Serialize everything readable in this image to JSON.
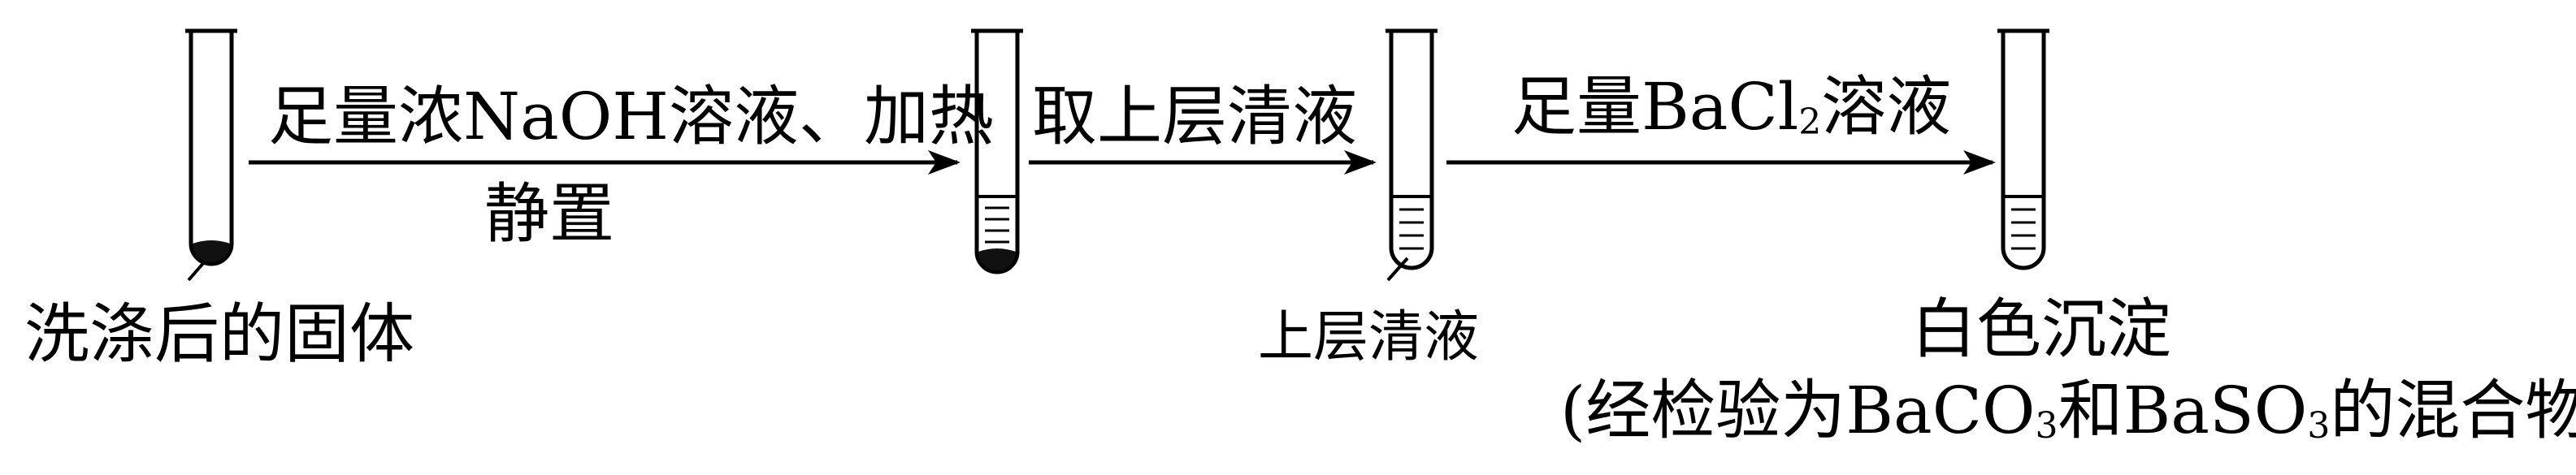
{
  "reagents": {
    "step1_top_a": "足量浓",
    "step1_top_b": "NaOH",
    "step1_top_c": "溶液、加热",
    "step1_bottom": "静置",
    "step2_top": "取上层清液",
    "step3_top_a": "足量",
    "step3_top_b": "BaCl",
    "step3_top_sub": "2",
    "step3_top_c": "溶液"
  },
  "labels": {
    "tube1": "洗涤后的固体",
    "tube3": "上层清液",
    "tube4_line1": "白色沉淀",
    "note_open": "(经检验为",
    "note_f1": "BaCO",
    "note_f1_sub": "3",
    "note_and": "和",
    "note_f2": "BaSO",
    "note_f2_sub": "3",
    "note_tail": "的混合物)"
  }
}
